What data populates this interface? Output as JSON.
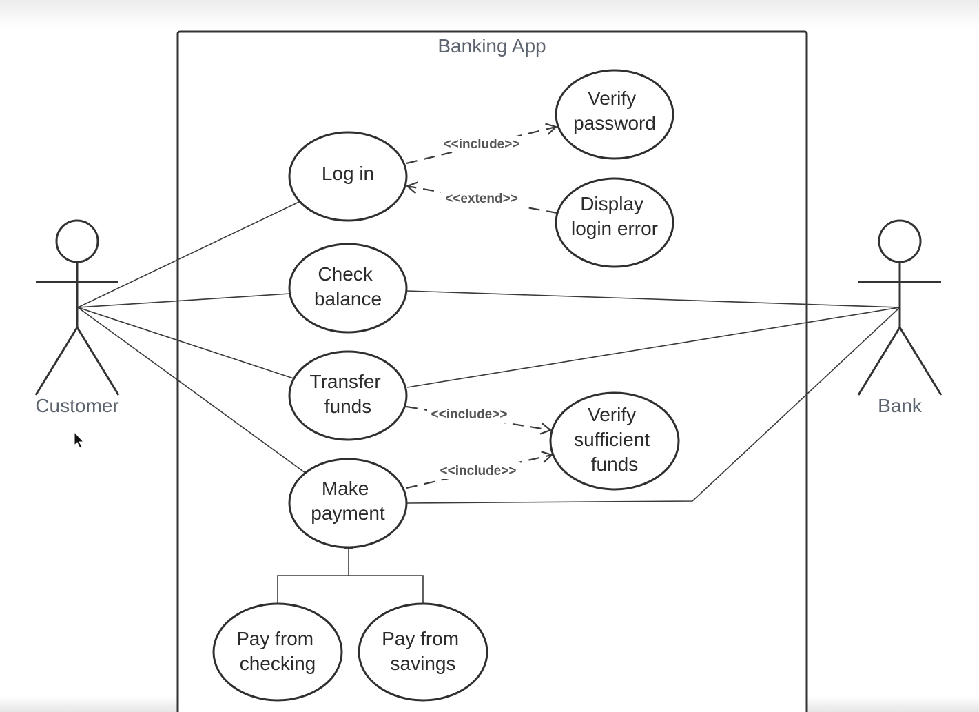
{
  "diagram": {
    "system": {
      "title": "Banking App"
    },
    "actors": [
      {
        "id": "customer",
        "label": "Customer"
      },
      {
        "id": "bank",
        "label": "Bank"
      }
    ],
    "use_cases": [
      {
        "id": "login",
        "lines": [
          "Log in"
        ]
      },
      {
        "id": "verify_password",
        "lines": [
          "Verify",
          "password"
        ]
      },
      {
        "id": "display_login_error",
        "lines": [
          "Display",
          "login error"
        ]
      },
      {
        "id": "check_balance",
        "lines": [
          "Check",
          "balance"
        ]
      },
      {
        "id": "transfer_funds",
        "lines": [
          "Transfer",
          "funds"
        ]
      },
      {
        "id": "verify_sufficient_funds",
        "lines": [
          "Verify",
          "sufficient",
          "funds"
        ]
      },
      {
        "id": "make_payment",
        "lines": [
          "Make",
          "payment"
        ]
      },
      {
        "id": "pay_from_checking",
        "lines": [
          "Pay from",
          "checking"
        ]
      },
      {
        "id": "pay_from_savings",
        "lines": [
          "Pay from",
          "savings"
        ]
      }
    ],
    "relationships": [
      {
        "id": "login_verify_password",
        "label": "<<include>>"
      },
      {
        "id": "display_error_login",
        "label": "<<extend>>"
      },
      {
        "id": "transfer_verify_funds",
        "label": "<<include>>"
      },
      {
        "id": "payment_verify_funds",
        "label": "<<include>>"
      }
    ]
  }
}
